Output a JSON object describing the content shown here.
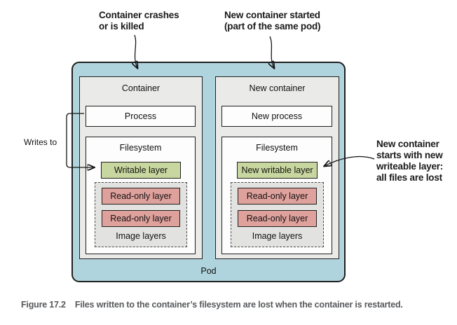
{
  "annotations": {
    "top_left": {
      "lines": [
        "Container crashes",
        "or is killed"
      ]
    },
    "top_right": {
      "lines": [
        "New container started",
        "(part of the same pod)"
      ]
    },
    "right": {
      "lines": [
        "New container",
        "starts with new",
        "writeable layer:",
        "all files are lost"
      ]
    },
    "writes_to": "Writes to"
  },
  "pod": {
    "label": "Pod",
    "containers": [
      {
        "title": "Container",
        "process": "Process",
        "filesystem": {
          "title": "Filesystem",
          "writable": "Writable layer",
          "readonly": [
            "Read-only layer",
            "Read-only layer"
          ],
          "image_layers": "Image layers"
        }
      },
      {
        "title": "New container",
        "process": "New process",
        "filesystem": {
          "title": "Filesystem",
          "writable": "New writable layer",
          "readonly": [
            "Read-only layer",
            "Read-only layer"
          ],
          "image_layers": "Image layers"
        }
      }
    ]
  },
  "caption": {
    "figure": "Figure 17.2",
    "text": "Files written to the container’s filesystem are lost when the container is restarted."
  },
  "colors": {
    "pod": "#b0d4de",
    "container": "#eaeae8",
    "writable": "#c8d79f",
    "readonly": "#dfa19c",
    "dashed_fill": "#e2e2e0",
    "border": "#1f1f1f",
    "caption": "#57595c"
  }
}
